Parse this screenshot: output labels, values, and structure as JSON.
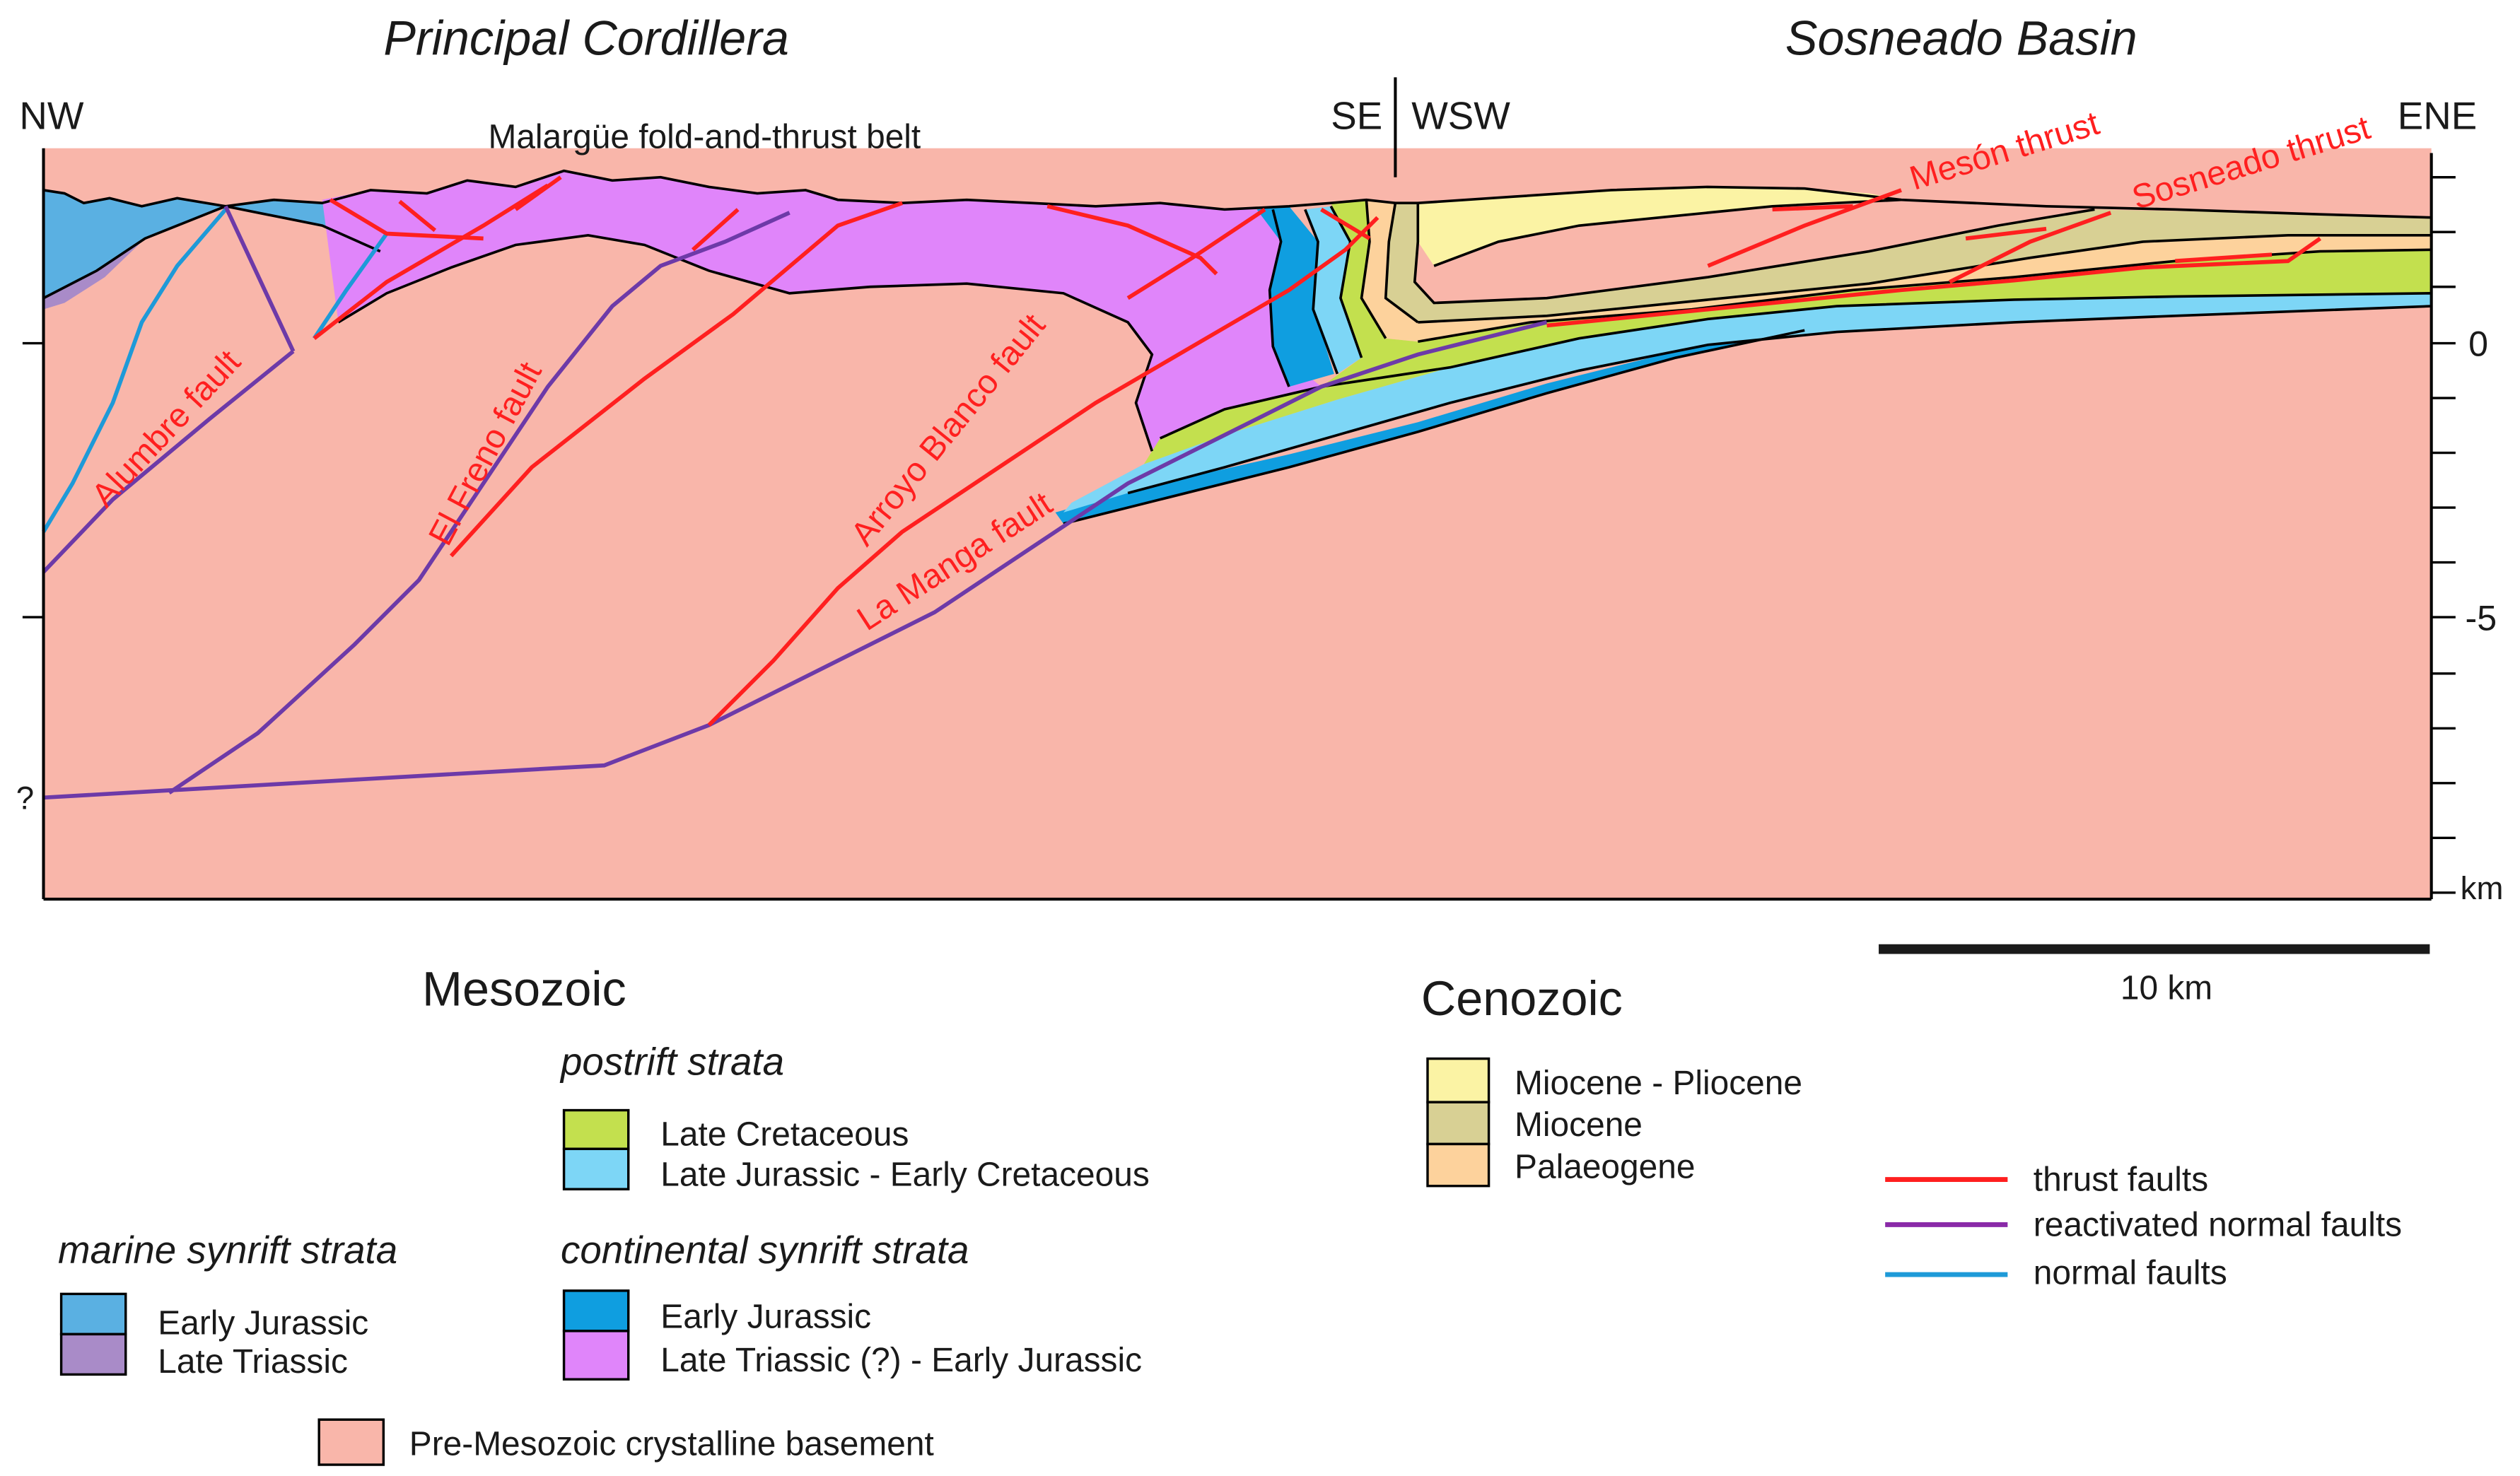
{
  "header": {
    "left_region": "Principal Cordillera",
    "right_region": "Sosneado Basin",
    "belt": "Malargüe fold-and-thrust belt"
  },
  "orientation": {
    "nw": "NW",
    "se": "SE",
    "wsw": "WSW",
    "ene": "ENE",
    "query": "?"
  },
  "scale": {
    "ticks": [
      "0",
      "-5"
    ],
    "unit": "km",
    "bar_label": "10 km"
  },
  "fault_labels": {
    "alumbre": "Alumbre fault",
    "el_freno": "El Freno fault",
    "arroyo_blanco": "Arroyo Blanco fault",
    "la_manga": "La Manga fault",
    "meson": "Mesón thrust",
    "sosneado": "Sosneado thrust"
  },
  "legend": {
    "mesozoic": "Mesozoic",
    "cenozoic": "Cenozoic",
    "postrift": {
      "title": "postrift strata",
      "items": [
        {
          "label": "Late Cretaceous",
          "color": "#c3e04e"
        },
        {
          "label": "Late Jurassic - Early Cretaceous",
          "color": "#7dd6f6"
        }
      ]
    },
    "marine": {
      "title": "marine synrift strata",
      "items": [
        {
          "label": "Early Jurassic",
          "color": "#5ab0e2"
        },
        {
          "label": "Late Triassic",
          "color": "#a98bc8"
        }
      ]
    },
    "continental": {
      "title": "continental synrift strata",
      "items": [
        {
          "label": "Early Jurassic",
          "color": "#0f9ee0"
        },
        {
          "label": "Late Triassic (?) - Early Jurassic",
          "color": "#e085fa"
        }
      ]
    },
    "basement": {
      "label": "Pre-Mesozoic crystalline basement",
      "color": "#f9b6aa"
    },
    "cenozoic_items": [
      {
        "label": "Miocene - Pliocene",
        "color": "#fbf3a4"
      },
      {
        "label": "Miocene",
        "color": "#d8d094"
      },
      {
        "label": "Palaeogene",
        "color": "#fdd29c"
      }
    ],
    "faults": [
      {
        "label": "thrust faults",
        "color": "#ff1f1f"
      },
      {
        "label": "reactivated normal faults",
        "color": "#8a2aa8"
      },
      {
        "label": "normal faults",
        "color": "#1e9ad8"
      }
    ]
  }
}
